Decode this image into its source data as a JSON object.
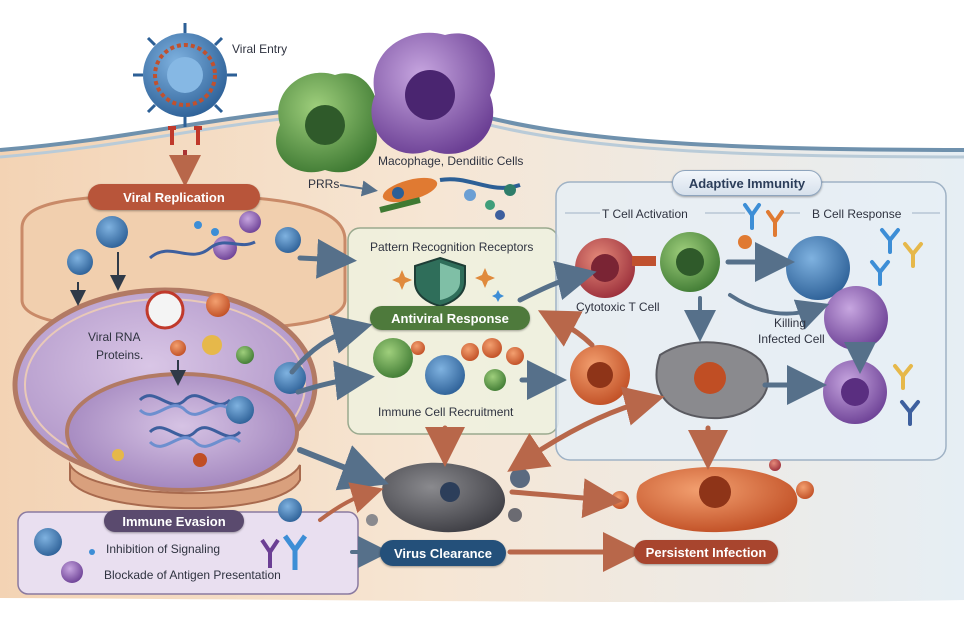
{
  "labels": {
    "viral_entry": "Viral Entry",
    "macrophage": "Macophage, Dendiitic Cells",
    "prrs": "PRRs",
    "viral_replication": "Viral Replication",
    "pattern_recognition": "Pattern Recognition Receptors",
    "antiviral_response": "Antiviral Response",
    "immune_cell_recruitment": "Immune Cell Recruitment",
    "viral_rna": "Viral RNA",
    "proteins": "Proteins.",
    "adaptive_immunity": "Adaptive Immunity",
    "t_cell_activation": "T Cell Activation",
    "b_cell_response": "B Cell Response",
    "cytotoxic_t_cell": "Cytotoxic T Cell",
    "killing": "Killing",
    "infected_cell": "Infected Cell",
    "immune_evasion": "Immune Evasion",
    "inhibition_of_signaling": "Inhibition of Signaling",
    "blockade_antigen": "Blockade of Antigen Presentation",
    "virus_clearance": "Virus Clearance",
    "persistent_infection": "Persistent Infection"
  },
  "colors": {
    "replication_pill": "#b8553a",
    "antiviral_pill": "#4e7a3c",
    "evasion_pill": "#5a4a6e",
    "clearance_pill": "#24507a",
    "persistent_pill": "#a8452e",
    "arrow": "#56708a",
    "arrow_warm": "#b8674a"
  }
}
